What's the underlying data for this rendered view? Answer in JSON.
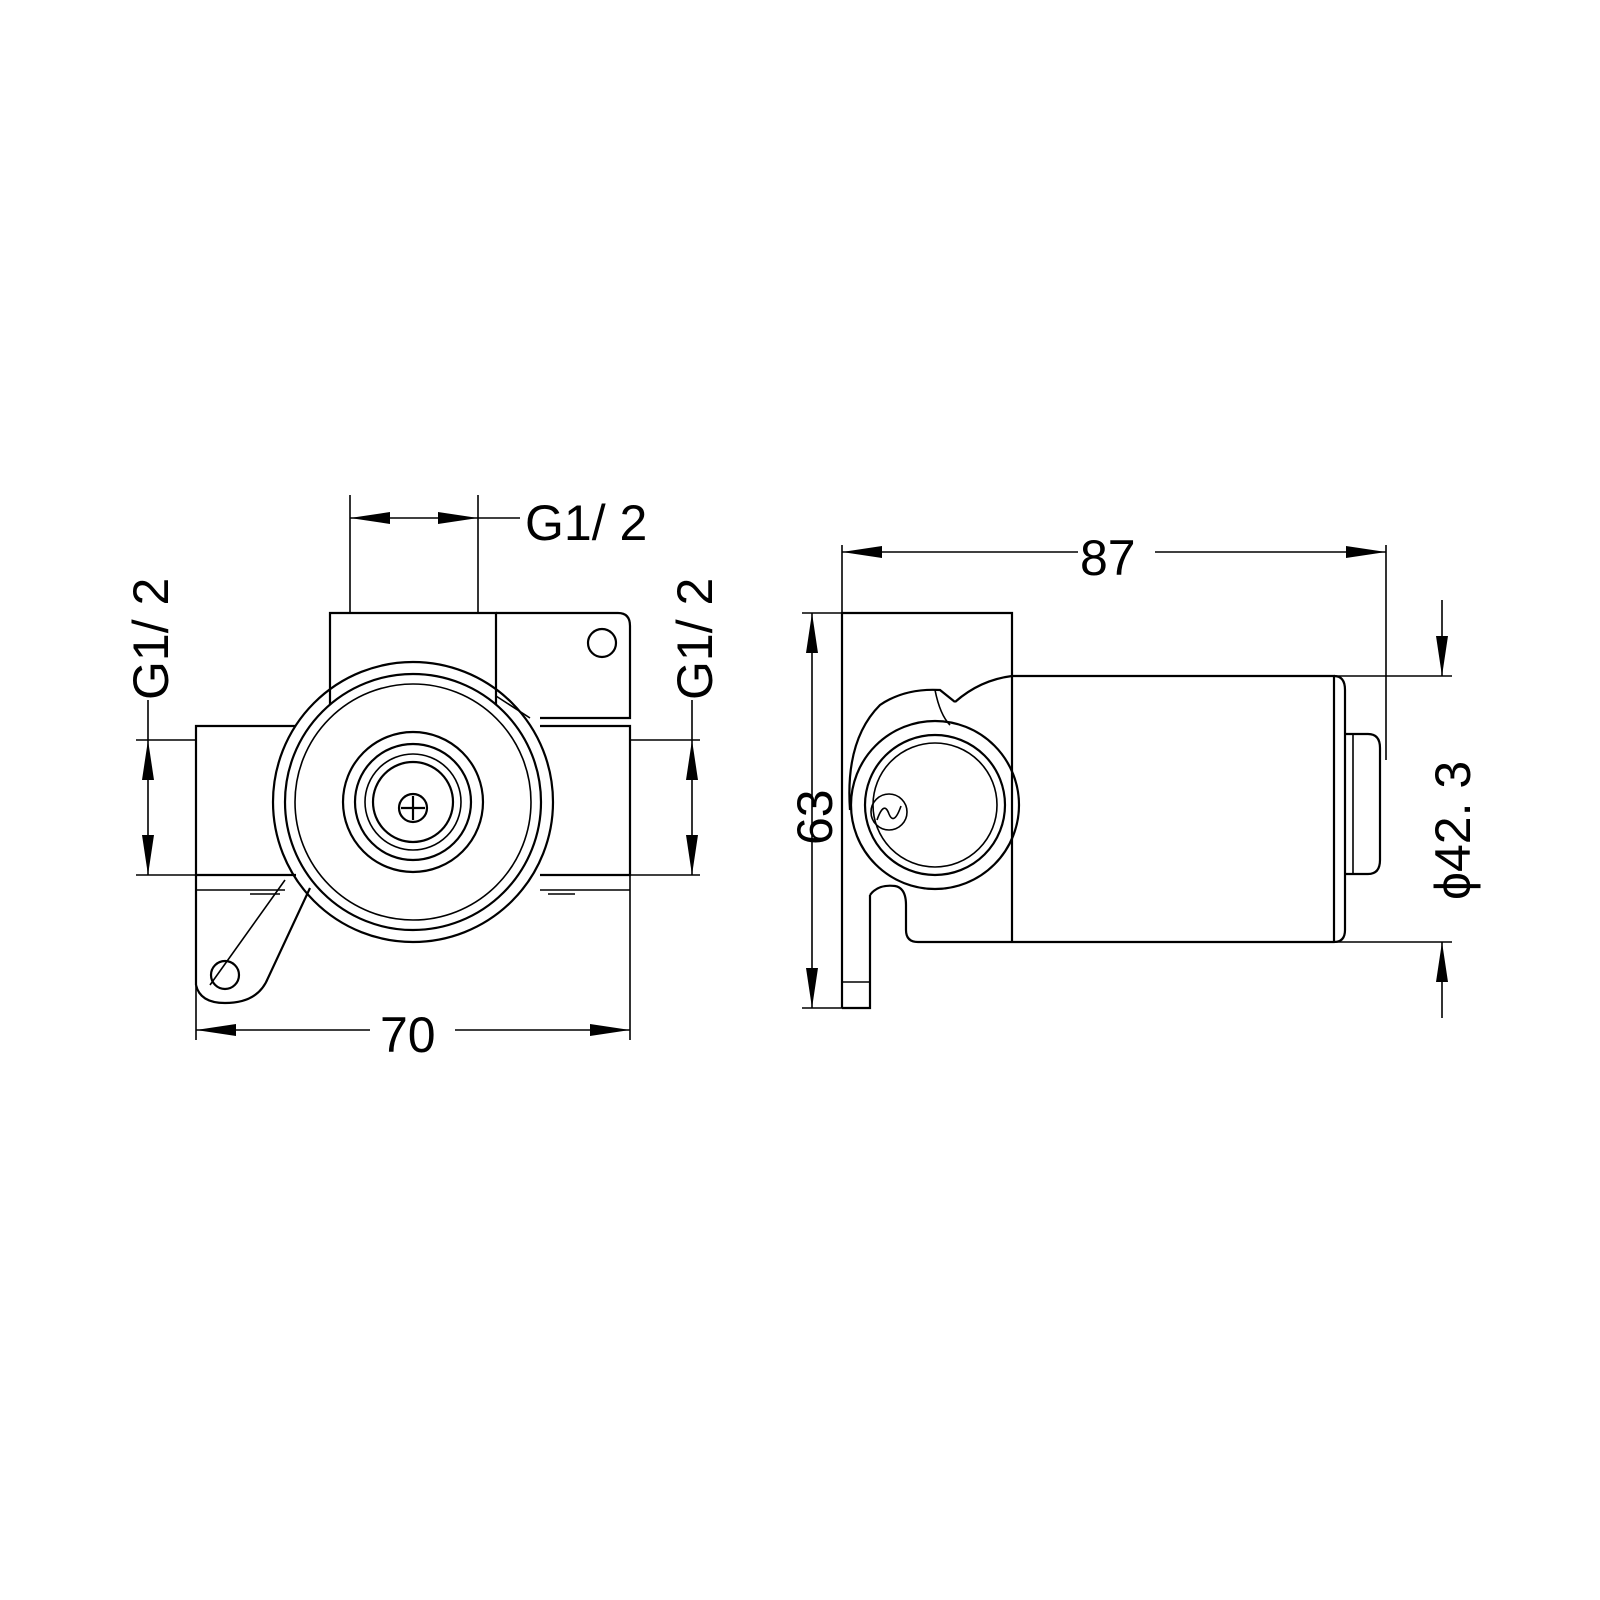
{
  "front_view": {
    "top_thread": "G1/ 2",
    "left_thread": "G1/ 2",
    "right_thread": "G1/ 2",
    "width": "70"
  },
  "side_view": {
    "depth": "87",
    "height": "63",
    "diameter": "ϕ42. 3"
  }
}
